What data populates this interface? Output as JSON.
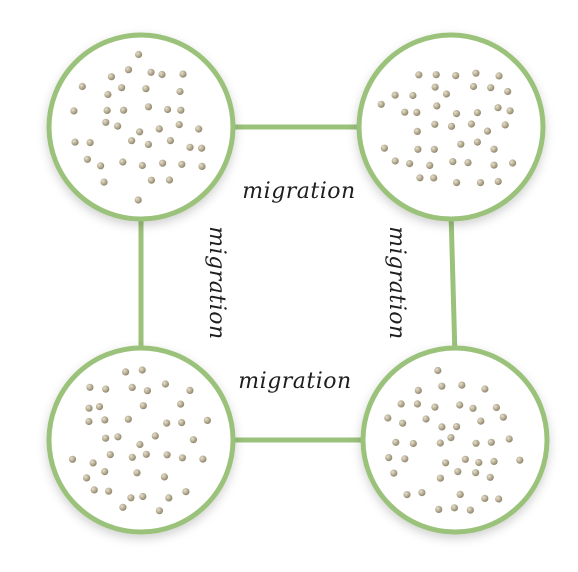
{
  "diagram": {
    "colors": {
      "island_ring": "#9bc27a",
      "connector": "#9bc27a",
      "island_fill": "#ffffff",
      "particle": "#b7ad94"
    },
    "islands": [
      {
        "id": "top-left"
      },
      {
        "id": "top-right"
      },
      {
        "id": "bottom-left"
      },
      {
        "id": "bottom-right"
      }
    ],
    "edges": [
      {
        "id": "top",
        "label": "migration"
      },
      {
        "id": "left",
        "label": "migration"
      },
      {
        "id": "right",
        "label": "migration"
      },
      {
        "id": "bottom",
        "label": "migration"
      }
    ]
  }
}
